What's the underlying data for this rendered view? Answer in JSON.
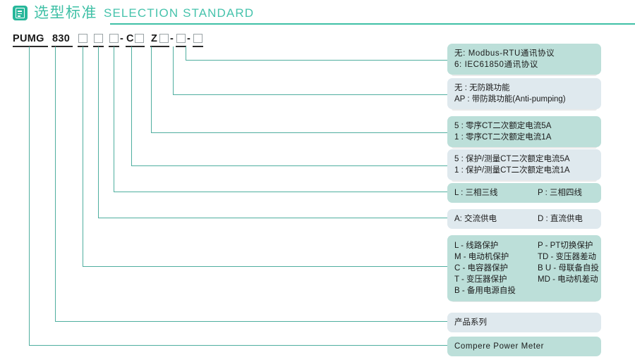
{
  "header": {
    "icon": "document-list-icon",
    "title_cn": "选型标准",
    "title_en": "SELECTION STANDARD"
  },
  "model_code": {
    "prefix": "PUMG",
    "series": "830",
    "letter_c": "C",
    "letter_z": "Z",
    "dash": "-",
    "placeholder": "□"
  },
  "legend": [
    {
      "id": "communication-protocol",
      "style": "teal",
      "columns": 1,
      "rows": [
        {
          "c1": "无:  Modbus-RTU通讯协议"
        },
        {
          "c1": " 6:  IEC61850通讯协议"
        }
      ]
    },
    {
      "id": "anti-pumping",
      "style": "blue",
      "columns": 1,
      "rows": [
        {
          "c1": "无 : 无防跳功能"
        },
        {
          "c1": "AP : 带防跳功能(Anti-pumping)"
        }
      ]
    },
    {
      "id": "zero-sequence-ct-current",
      "style": "teal",
      "columns": 1,
      "rows": [
        {
          "c1": "5 : 零序CT二次额定电流5A"
        },
        {
          "c1": "1 : 零序CT二次额定电流1A"
        }
      ]
    },
    {
      "id": "protection-measurement-ct-current",
      "style": "blue",
      "columns": 1,
      "rows": [
        {
          "c1": "5 : 保护/测量CT二次额定电流5A"
        },
        {
          "c1": "1 : 保护/测量CT二次额定电流1A"
        }
      ]
    },
    {
      "id": "wiring-type",
      "style": "teal",
      "columns": 2,
      "rows": [
        {
          "c1": "L : 三相三线",
          "c2": "P : 三相四线"
        }
      ]
    },
    {
      "id": "power-supply-type",
      "style": "blue",
      "columns": 2,
      "rows": [
        {
          "c1": "A: 交流供电",
          "c2": "D : 直流供电"
        }
      ]
    },
    {
      "id": "protection-function-type",
      "style": "teal",
      "columns": 2,
      "rows": [
        {
          "c1": "L  - 线路保护",
          "c2": "P  - PT切换保护"
        },
        {
          "c1": "M - 电动机保护",
          "c2": "TD - 变压器差动"
        },
        {
          "c1": "C - 电容器保护",
          "c2": "B U - 母联备自投"
        },
        {
          "c1": "T - 变压器保护",
          "c2": "MD - 电动机差动"
        },
        {
          "c1": "B - 备用电源自投",
          "c2": ""
        }
      ]
    },
    {
      "id": "product-series",
      "style": "blue",
      "columns": 1,
      "rows": [
        {
          "c1": "产品系列"
        }
      ]
    },
    {
      "id": "brand-name",
      "style": "teal",
      "columns": 1,
      "rows": [
        {
          "c1": "Compere Power Meter"
        }
      ]
    }
  ],
  "colors": {
    "accent": "#3fc0a6",
    "line": "#4fae9f",
    "box_teal": "#bcdfd9",
    "box_blue": "#dfe9ee",
    "text": "#1b1b1b"
  }
}
